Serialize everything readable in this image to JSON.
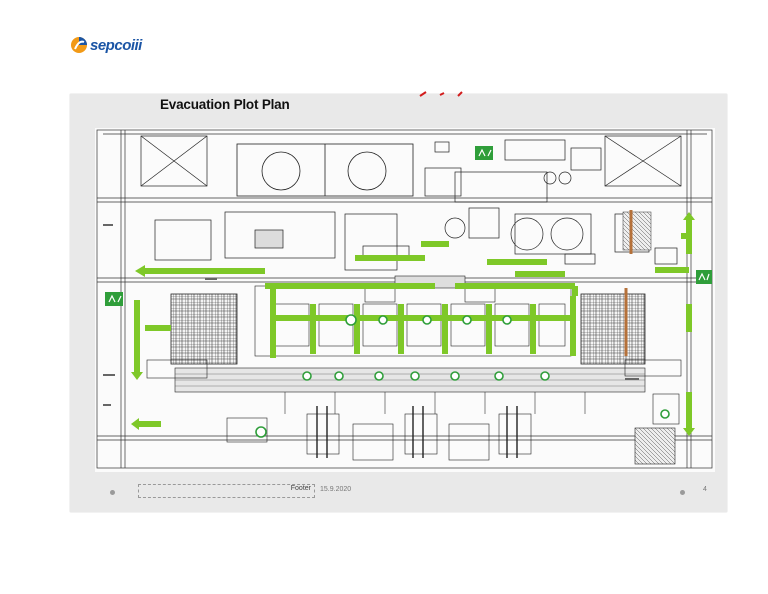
{
  "logo": {
    "text": "sepcoiii"
  },
  "slide": {
    "title": "Evacuation Plot Plan",
    "footer": "Footer",
    "date": "15.9.2020",
    "page_number": "4"
  },
  "colors": {
    "evacuation_route": "#7ec828",
    "assembly_point": "#2f9e3a",
    "brand_blue": "#1b55a5",
    "brand_orange": "#f29a17",
    "secondary_route": "#b5713a"
  },
  "icons": [
    "sepco-logo-icon",
    "assembly-point-icon",
    "emergency-shower-icon"
  ]
}
